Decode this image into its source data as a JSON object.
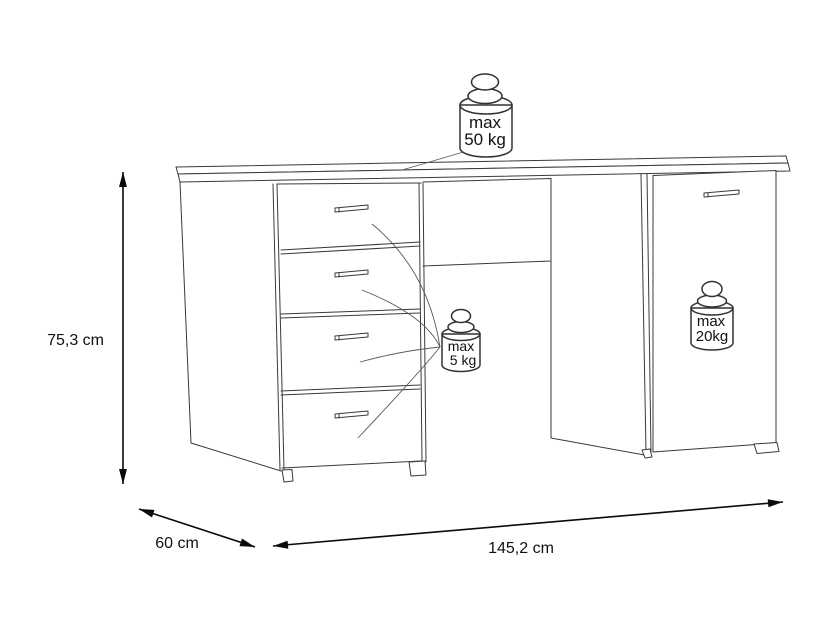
{
  "diagram": {
    "dimensions": {
      "height": "75,3 cm",
      "depth": "60 cm",
      "width": "145,2 cm"
    },
    "max_loads": {
      "desktop": {
        "line1": "max",
        "line2": "50 kg"
      },
      "drawer": {
        "line1": "max",
        "line2": "5 kg"
      },
      "door": {
        "line1": "max",
        "line2": "20kg"
      }
    },
    "colors": {
      "outline": "#3a3a3a",
      "dimension": "#0a0a0a",
      "background": "#ffffff"
    }
  }
}
